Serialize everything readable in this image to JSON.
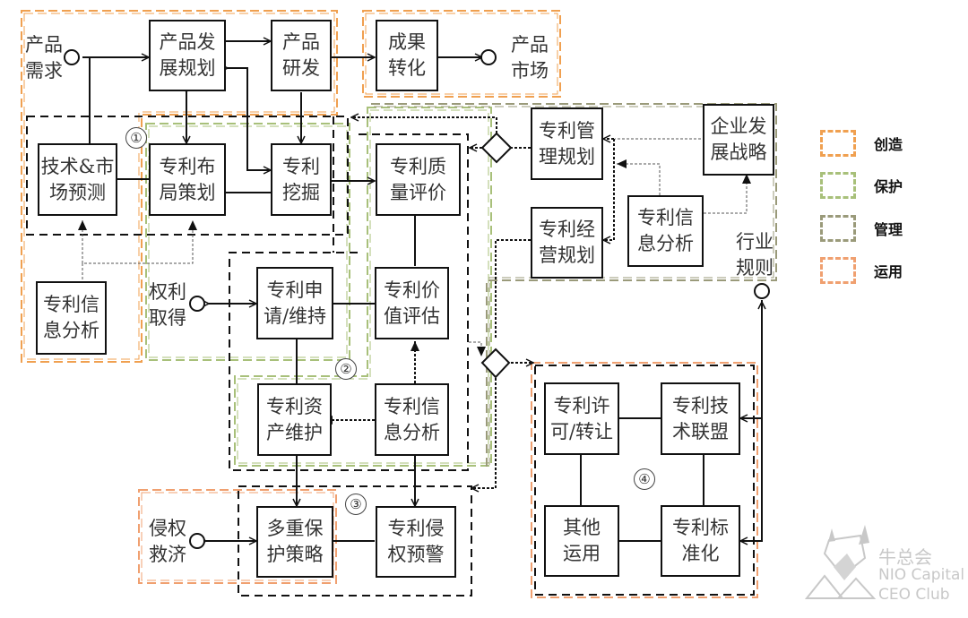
{
  "diagram": {
    "title": "专利全生命周期管理流程图",
    "colors": {
      "create": "#f0a050",
      "protect": "#a8c07a",
      "manage": "#9a9a7a",
      "apply": "#f0a070",
      "solid_line": "#111111",
      "watermark": "#c8c8c8"
    },
    "legend": [
      {
        "label": "创造",
        "color": "#f0a050"
      },
      {
        "label": "保护",
        "color": "#a8c07a"
      },
      {
        "label": "管理",
        "color": "#9a9a7a"
      },
      {
        "label": "运用",
        "color": "#f0a070"
      }
    ],
    "nodes": {
      "product_plan": [
        "产品发",
        "展规划"
      ],
      "product_rd": [
        "产品",
        "研发"
      ],
      "transfer": [
        "成果",
        "转化"
      ],
      "tech_forecast": [
        "技术&市",
        "场预测"
      ],
      "layout_plan": [
        "专利布",
        "局策划"
      ],
      "mining": [
        "专利",
        "挖掘"
      ],
      "info_analysis_1": [
        "专利信",
        "息分析"
      ],
      "quality_eval": [
        "专利质",
        "量评价"
      ],
      "mgmt_plan": [
        "专利管",
        "理规划"
      ],
      "ops_plan": [
        "专利经",
        "营规划"
      ],
      "strategy": [
        "企业发",
        "展战略"
      ],
      "info_analysis_mgmt": [
        "专利信",
        "息分析"
      ],
      "apply_maintain": [
        "专利申",
        "请/维持"
      ],
      "value_eval": [
        "专利价",
        "值评估"
      ],
      "asset_maint": [
        "专利资",
        "产维护"
      ],
      "info_analysis_2": [
        "专利信",
        "息分析"
      ],
      "multi_protect": [
        "多重保",
        "护策略"
      ],
      "infringe_warn": [
        "专利侵",
        "权预警"
      ],
      "license": [
        "专利许",
        "可/转让"
      ],
      "alliance": [
        "专利技",
        "术联盟"
      ],
      "other_use": [
        "其他",
        "运用"
      ],
      "standard": [
        "专利标",
        "准化"
      ]
    },
    "terminals": {
      "demand": [
        "产品",
        "需求"
      ],
      "market": [
        "产品",
        "市场"
      ],
      "rights": [
        "权利",
        "取得"
      ],
      "remedy": [
        "侵权",
        "救济"
      ],
      "industry": [
        "行业",
        "规则"
      ]
    },
    "stage_numbers": [
      "①",
      "②",
      "③",
      "④"
    ]
  },
  "watermark": {
    "chinese": "牛总会",
    "line1": "NIO Capital",
    "line2": "CEO Club"
  }
}
